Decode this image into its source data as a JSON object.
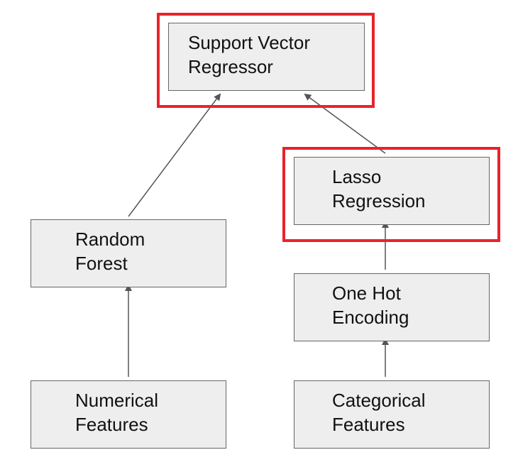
{
  "colors": {
    "node_fill": "#eeeeee",
    "node_border": "#666666",
    "arrow": "#555555",
    "highlight": "#e8232c"
  },
  "nodes": {
    "svr": {
      "label": "Support Vector Regressor"
    },
    "lasso": {
      "label": "Lasso Regression"
    },
    "random_forest": {
      "label": "Random Forest"
    },
    "one_hot": {
      "label": "One Hot Encoding"
    },
    "numerical": {
      "label": "Numerical Features"
    },
    "categorical": {
      "label": "Categorical Features"
    }
  },
  "edges": [
    {
      "from": "numerical",
      "to": "random_forest"
    },
    {
      "from": "categorical",
      "to": "one_hot"
    },
    {
      "from": "one_hot",
      "to": "lasso"
    },
    {
      "from": "random_forest",
      "to": "svr"
    },
    {
      "from": "lasso",
      "to": "svr"
    }
  ],
  "highlighted": [
    "svr",
    "lasso"
  ]
}
